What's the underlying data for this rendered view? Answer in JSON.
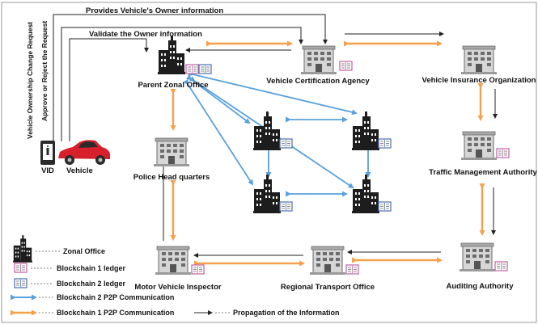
{
  "labels": {
    "parent_zonal_office": "Parent Zonal Office",
    "vehicle_certification_agency": "Vehicle Certification Agency",
    "vehicle_insurance_organization": "Vehicle Insurance Organization",
    "traffic_management_authority": "Traffic Management Authority",
    "police_head_quarters": "Police Head quarters",
    "motor_vehicle_inspector": "Motor Vehicle Inspector",
    "regional_transport_office": "Regional Transport Office",
    "auditing_authority": "Auditing Authority",
    "vid": "VID",
    "vehicle": "Vehicle"
  },
  "flows": {
    "provides_owner_info": "Provides Vehicle's Owner information",
    "validate_owner_info": "Validate the Owner information",
    "ownership_change_request": "Vehicle Ownership Change Request",
    "approve_or_reject": "Approve or Reject the Request"
  },
  "legend": {
    "zonal_office": "Zonal Office",
    "blockchain1_ledger": "Blockchain 1 ledger",
    "blockchain2_ledger": "Blockchain 2 ledger",
    "blockchain2_p2p": "Blockchain 2 P2P Communication",
    "blockchain1_p2p": "Blockchain 1 P2P Communication",
    "propagation": "Propagation of the Information"
  },
  "colors": {
    "blockchain1_p2p": "#f5a04a",
    "blockchain2_p2p": "#5aa0dc",
    "propagation": "#222222",
    "ledger1": "#c060a0",
    "ledger2": "#4a6fb0",
    "vehicle_body": "#d8202c",
    "building": "#d9d9d9"
  },
  "icons": [
    "zonal-office-icon",
    "government-building-icon",
    "ledger-icon",
    "smartphone-icon",
    "car-icon"
  ]
}
